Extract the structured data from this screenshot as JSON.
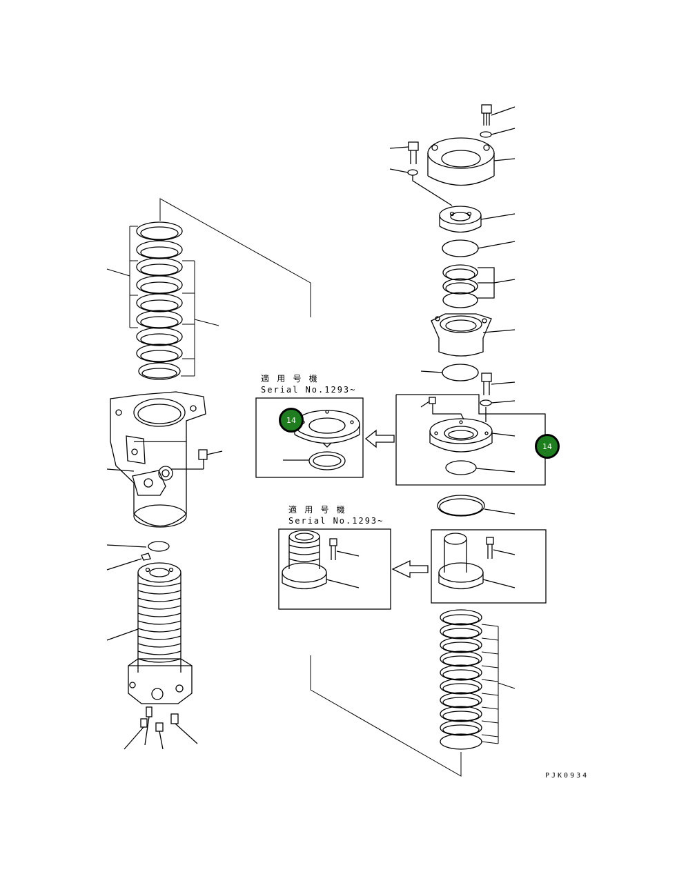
{
  "diagram": {
    "drawing_code": "PJK0934",
    "serial_notes": [
      {
        "title": "適 用 号 機",
        "serial": "Serial No.1293~"
      },
      {
        "title": "適 用 号 機",
        "serial": "Serial No.1293~"
      }
    ],
    "callouts": [
      {
        "label": "14"
      },
      {
        "label": "14"
      }
    ]
  }
}
